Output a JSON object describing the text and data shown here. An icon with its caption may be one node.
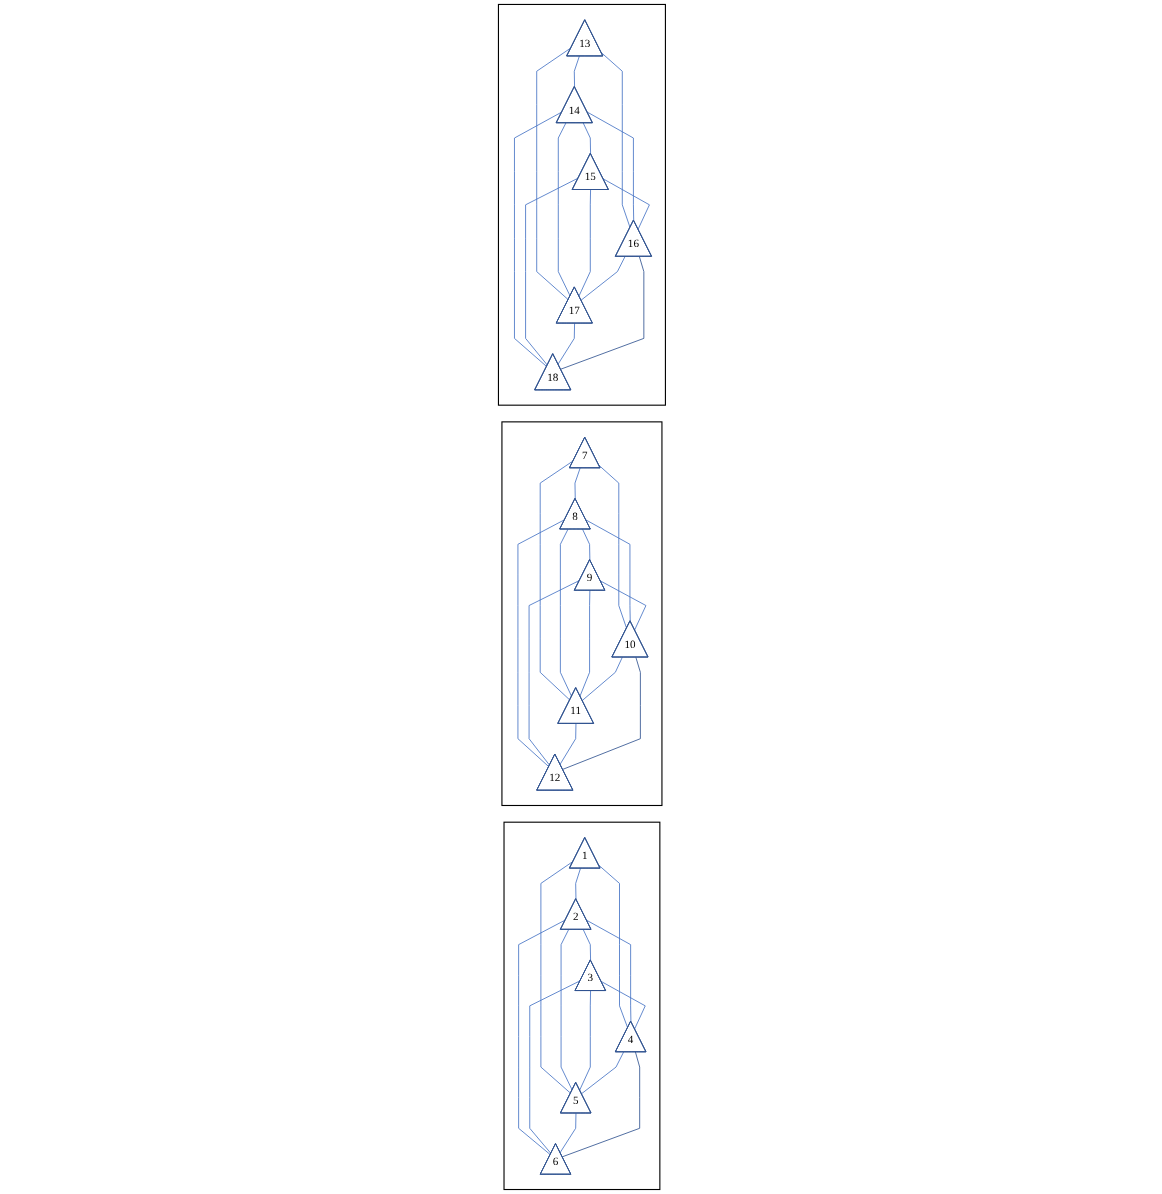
{
  "diagram": {
    "nodes": [
      {
        "text": [],
        "shape": "parallelogram"
      },
      {
        "text": [
          "13"
        ],
        "in": 0
      },
      {
        "text": [
          "14"
        ],
        "in": 0
      },
      {
        "text": [
          "15"
        ],
        "in": 0
      },
      {
        "text": [
          "16"
        ],
        "in": 0
      },
      {
        "text": [
          "17"
        ],
        "in": 0
      },
      {
        "text": [
          "18"
        ],
        "in": 0
      },
      {
        "text": [],
        "shape": "parallelogram"
      },
      {
        "text": [
          "7"
        ],
        "in": 7
      },
      {
        "text": [
          "8"
        ],
        "in": 7
      },
      {
        "text": [
          "9"
        ],
        "in": 7
      },
      {
        "text": [
          "10"
        ],
        "in": 7
      },
      {
        "text": [
          "11"
        ],
        "in": 7
      },
      {
        "text": [
          "12"
        ],
        "in": 7
      },
      {
        "text": [],
        "shape": "parallelogram"
      },
      {
        "text": [
          "1"
        ],
        "in": 14
      },
      {
        "text": [
          "2"
        ],
        "in": 14
      },
      {
        "text": [
          "3"
        ],
        "in": 14
      },
      {
        "text": [
          "4"
        ],
        "in": 14
      },
      {
        "text": [
          "5"
        ],
        "in": 14
      },
      {
        "text": [
          "6"
        ],
        "in": 14
      }
    ],
    "edges": [
      {
        "from": 1,
        "to": 2,
        "arrow": "none"
      },
      {
        "from": 2,
        "to": 3,
        "arrow": "none"
      },
      {
        "from": 1,
        "to": 4,
        "arrow": "none"
      },
      {
        "from": 1,
        "to": 5,
        "arrow": "none"
      },
      {
        "from": 2,
        "to": 4,
        "arrow": "none"
      },
      {
        "from": 2,
        "to": 5,
        "arrow": "none"
      },
      {
        "from": 2,
        "to": 6,
        "arrow": "none"
      },
      {
        "from": 3,
        "to": 4,
        "arrow": "none"
      },
      {
        "from": 3,
        "to": 5,
        "arrow": "none"
      },
      {
        "from": 3,
        "to": 6,
        "arrow": "none"
      },
      {
        "from": 4,
        "to": 5,
        "arrow": "none"
      },
      {
        "from": 5,
        "to": 6,
        "arrow": "none"
      },
      {
        "from": 4,
        "to": 6,
        "arrow": "none",
        "color": "#2f528f"
      },
      {
        "from": 8,
        "to": 9,
        "arrow": "none"
      },
      {
        "from": 9,
        "to": 10,
        "arrow": "none"
      },
      {
        "from": 8,
        "to": 11,
        "arrow": "none"
      },
      {
        "from": 8,
        "to": 12,
        "arrow": "none"
      },
      {
        "from": 9,
        "to": 11,
        "arrow": "none"
      },
      {
        "from": 9,
        "to": 12,
        "arrow": "none"
      },
      {
        "from": 9,
        "to": 13,
        "arrow": "none"
      },
      {
        "from": 10,
        "to": 11,
        "arrow": "none"
      },
      {
        "from": 10,
        "to": 12,
        "arrow": "none"
      },
      {
        "from": 10,
        "to": 13,
        "arrow": "none"
      },
      {
        "from": 11,
        "to": 12,
        "arrow": "none"
      },
      {
        "from": 12,
        "to": 13,
        "arrow": "none"
      },
      {
        "from": 11,
        "to": 13,
        "arrow": "none",
        "color": "#2f528f"
      },
      {
        "from": 15,
        "to": 16,
        "arrow": "none"
      },
      {
        "from": 16,
        "to": 17,
        "arrow": "none"
      },
      {
        "from": 15,
        "to": 18,
        "arrow": "none"
      },
      {
        "from": 15,
        "to": 19,
        "arrow": "none"
      },
      {
        "from": 16,
        "to": 18,
        "arrow": "none"
      },
      {
        "from": 16,
        "to": 19,
        "arrow": "none"
      },
      {
        "from": 16,
        "to": 20,
        "arrow": "none"
      },
      {
        "from": 17,
        "to": 18,
        "arrow": "none"
      },
      {
        "from": 17,
        "to": 19,
        "arrow": "none"
      },
      {
        "from": 17,
        "to": 20,
        "arrow": "none"
      },
      {
        "from": 18,
        "to": 19,
        "arrow": "none"
      },
      {
        "from": 19,
        "to": 20,
        "arrow": "none"
      },
      {
        "from": 18,
        "to": 20,
        "arrow": "none",
        "color": "#2f528f"
      }
    ]
  }
}
